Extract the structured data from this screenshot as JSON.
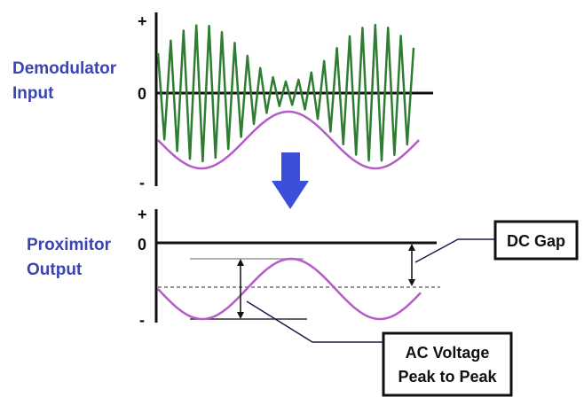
{
  "labels": {
    "demodulator_line1": "Demodulator",
    "demodulator_line2": "Input",
    "proximitor_line1": "Proximitor",
    "proximitor_line2": "Output"
  },
  "top_axis": {
    "plus": "+",
    "zero": "0",
    "minus": "-"
  },
  "bottom_axis": {
    "plus": "+",
    "zero": "0",
    "minus": "-"
  },
  "callouts": {
    "dc_gap": "DC Gap",
    "ac_line1": "AC Voltage",
    "ac_line2": "Peak to Peak"
  },
  "colors": {
    "label_blue": "#3a44b4",
    "carrier_green": "#2e7d32",
    "envelope_purple": "#b65ac8",
    "arrow_blue": "#3b4fd8",
    "axis": "#111111",
    "dashed": "#555555"
  }
}
